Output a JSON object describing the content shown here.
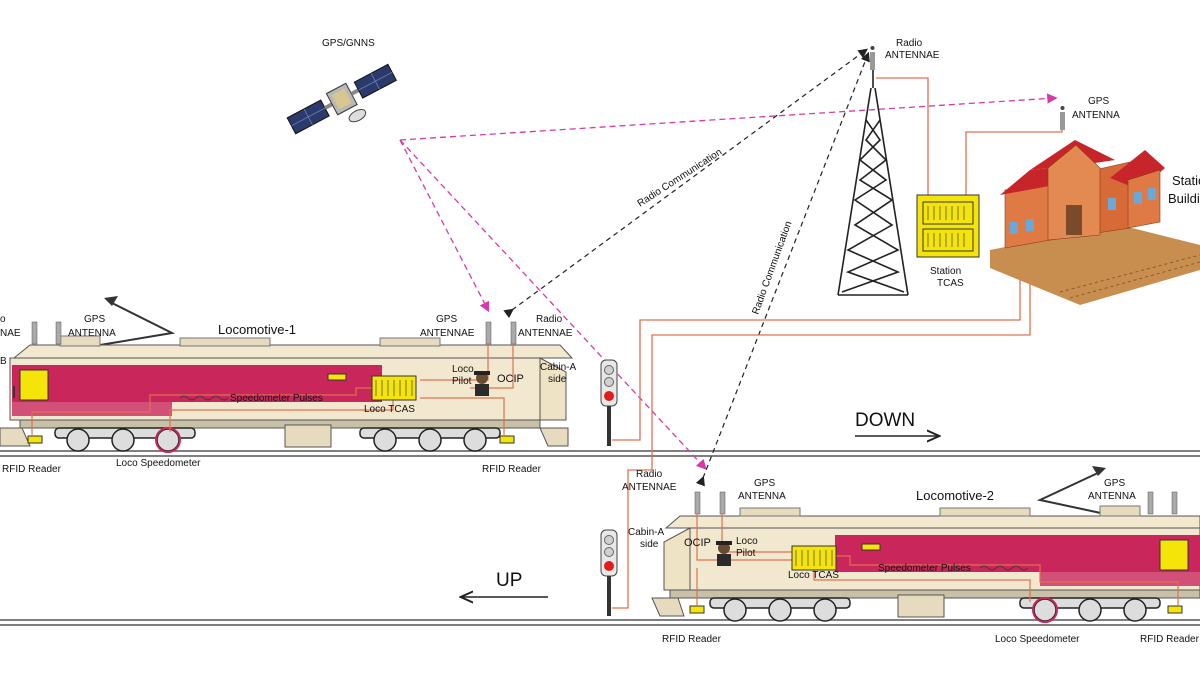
{
  "labels": {
    "satellite": "GPS/GNNS",
    "tower_radio": [
      "Radio",
      "ANTENNAE"
    ],
    "station_gps": [
      "GPS",
      "ANTENNA"
    ],
    "station_building": [
      "Statio",
      "Buildi"
    ],
    "station_tcas": [
      "Station",
      "TCAS"
    ],
    "radio_comm": "Radio Communication",
    "loco1": {
      "title": "Locomotive-1",
      "left_radio": [
        "o",
        "NAE"
      ],
      "left_b": "B",
      "gps": [
        "GPS",
        "ANTENNA"
      ],
      "gps_front": [
        "GPS",
        "ANTENNAE"
      ],
      "radio_front": [
        "Radio",
        "ANTENNAE"
      ],
      "loco_pilot": [
        "Loco",
        "Pilot"
      ],
      "ocip": "OCIP",
      "cabin": [
        "Cabin-A",
        "side"
      ],
      "speedometer_pulses": "Speedometer Pulses",
      "loco_tcas": "Loco TCAS",
      "rfid_left": "RFID Reader",
      "rfid_right": "RFID Reader",
      "loco_speedometer": "Loco Speedometer"
    },
    "loco2": {
      "title": "Locomotive-2",
      "radio": [
        "Radio",
        "ANTENNAE"
      ],
      "gps": [
        "GPS",
        "ANTENNA"
      ],
      "gps_rear": [
        "GPS",
        "ANTENNA"
      ],
      "cabin": [
        "Cabin-A",
        "side"
      ],
      "ocip": "OCIP",
      "loco_pilot": [
        "Loco",
        "Pilot"
      ],
      "loco_tcas": "Loco TCAS",
      "speedometer_pulses": "Speedometer Pulses",
      "rfid_left": "RFID Reader",
      "rfid_right": "RFID Reader",
      "loco_speedometer": "Loco Speedometer"
    },
    "down": "DOWN",
    "up": "UP"
  },
  "colors": {
    "body_pink": "#c9265c",
    "body_cream": "#f2e8cf",
    "link_red": "#e07050",
    "gps_link": "#d63aa8",
    "radio_link": "#222222",
    "tcas_yellow": "#f5e40a",
    "roof_red": "#c8252b",
    "building_brick": "#e07a45"
  }
}
